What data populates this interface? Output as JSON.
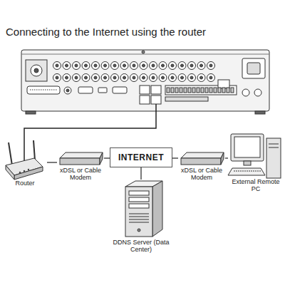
{
  "diagram": {
    "title": "Connecting to the Internet using the router",
    "nodes": [
      {
        "text": [
          "Router"
        ]
      },
      {
        "text": [
          "xDSL or Cable Modem"
        ]
      },
      {
        "text": [
          "INTERNET"
        ]
      },
      {
        "text": [
          "xDSL or Cable Modem"
        ]
      },
      {
        "text": [
          "External Remote PC"
        ]
      },
      {
        "text": [
          "DDNS Server (Data Center)"
        ]
      }
    ],
    "edges": [
      {
        "from": 0,
        "to": 1,
        "arrow": "none"
      },
      {
        "from": 1,
        "to": 2,
        "arrow": "none"
      },
      {
        "from": 2,
        "to": 3,
        "arrow": "none"
      },
      {
        "from": 3,
        "to": 4,
        "arrow": "none"
      },
      {
        "from": 2,
        "to": 5,
        "arrow": "none"
      }
    ]
  }
}
